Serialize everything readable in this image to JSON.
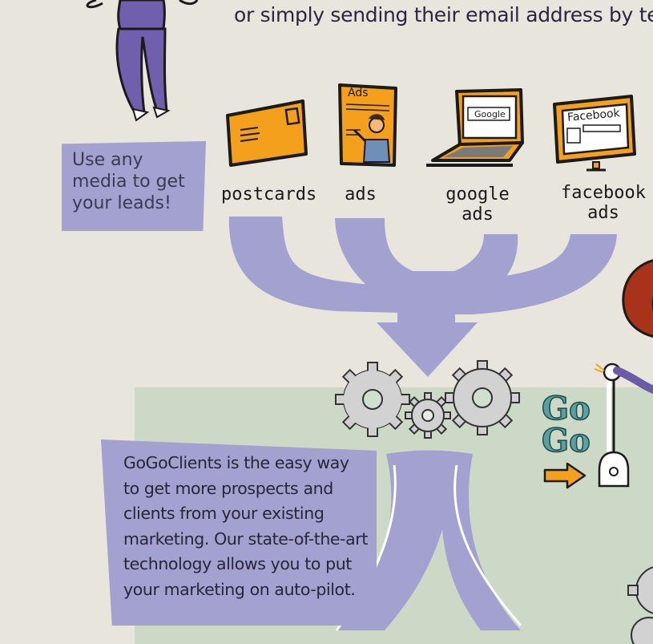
{
  "header": {
    "text": "or simply sending their email address by text."
  },
  "side_note": {
    "line1": "Use any",
    "line2": "media to get",
    "line3": "your leads!"
  },
  "media": [
    {
      "label_line1": "postcards",
      "label_line2": ""
    },
    {
      "label_line1": "ads",
      "label_line2": "",
      "card_title": "Ads"
    },
    {
      "label_line1": "google",
      "label_line2": "ads",
      "screen_text": "Google"
    },
    {
      "label_line1": "facebook",
      "label_line2": "ads",
      "screen_text": "Facebook"
    }
  ],
  "callout": {
    "line1": "GoGoClients is the easy way",
    "line2": "to get more prospects and",
    "line3": "clients from your existing",
    "line4": "marketing. Our state-of-the-art",
    "line5": "technology allows you to put",
    "line6": "your marketing on auto-pilot."
  },
  "gogo": {
    "line1": "Go",
    "line2": "Go"
  },
  "colors": {
    "background": "#e8e5dd",
    "lavender": "#a3a1d0",
    "orange": "#f5a01c",
    "green_panel": "#ccd9c6",
    "purple_dark": "#6a5aa8"
  }
}
